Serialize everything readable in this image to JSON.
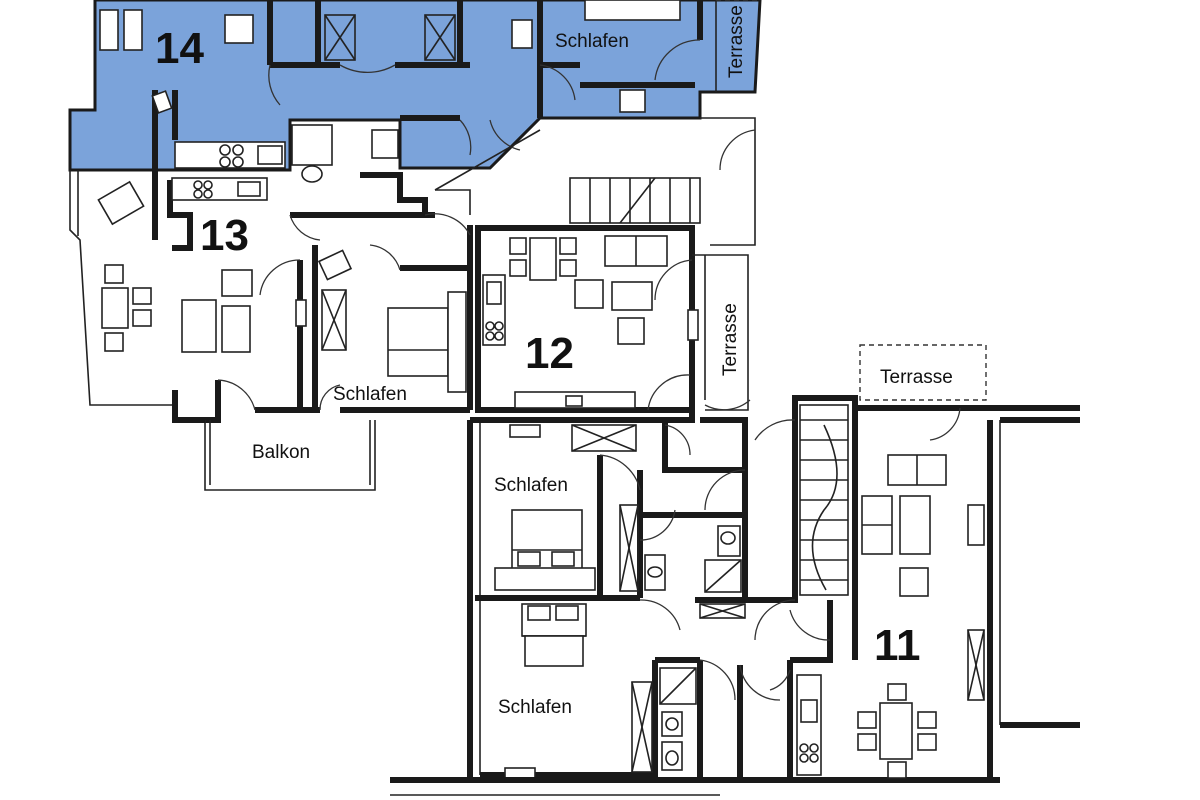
{
  "plan": {
    "highlight_color": "#7ba3da",
    "units": [
      {
        "id": "14",
        "label": "14"
      },
      {
        "id": "13",
        "label": "13"
      },
      {
        "id": "12",
        "label": "12"
      },
      {
        "id": "11",
        "label": "11"
      }
    ],
    "room_labels": {
      "schlafen_14": "Schlafen",
      "terrasse_14": "Terrasse",
      "schlafen_13": "Schlafen",
      "balkon_13": "Balkon",
      "terrasse_12": "Terrasse",
      "terrasse_11": "Terrasse",
      "schlafen_mid": "Schlafen",
      "schlafen_low": "Schlafen"
    }
  }
}
